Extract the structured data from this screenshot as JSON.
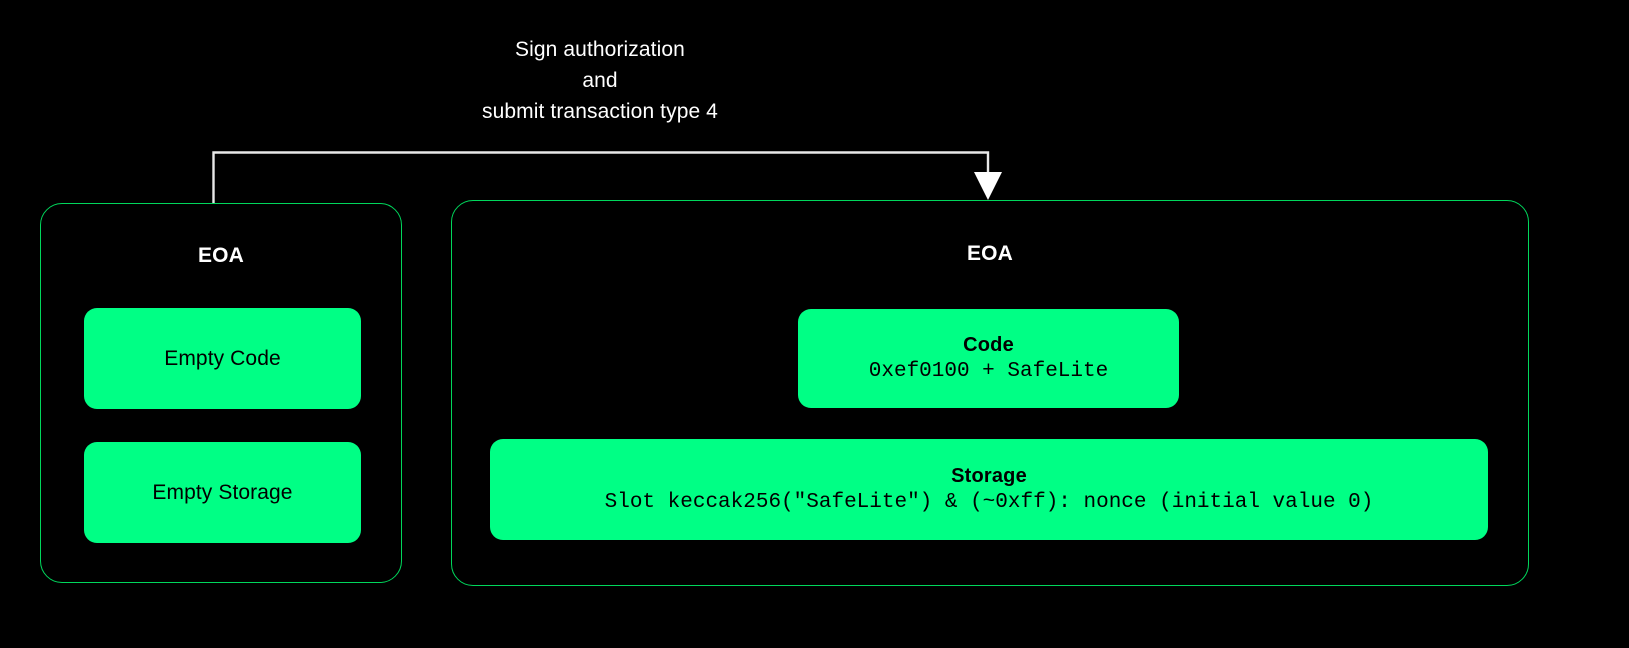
{
  "diagram": {
    "background_color": "#000000",
    "accent_green": "#00ff85",
    "border_green": "#00d75c",
    "arrow_color": "#e8e8e8",
    "caption": "Sign authorization\nand\nsubmit transaction type 4",
    "arrow": {
      "name": "flow-arrow",
      "direction": "left-to-right-then-down"
    },
    "panels": [
      {
        "title": "EOA",
        "boxes": [
          {
            "label": "Empty Code"
          },
          {
            "label": "Empty Storage"
          }
        ]
      },
      {
        "title": "EOA",
        "boxes": [
          {
            "label": "Code",
            "value": "0xef0100 + SafeLite"
          },
          {
            "label": "Storage",
            "value": "Slot keccak256(\"SafeLite\") & (~0xff): nonce (initial value 0)"
          }
        ]
      }
    ]
  }
}
